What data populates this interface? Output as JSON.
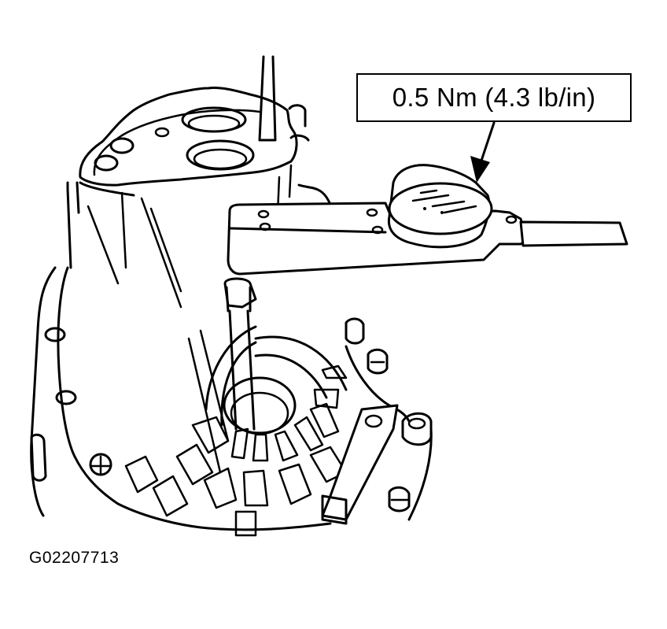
{
  "diagram": {
    "subject": "Transaxle case with torque gauge on input shaft",
    "callout": {
      "label": "0.5 Nm (4.3 lb/in)",
      "points_to": "torque-gauge-dial"
    },
    "figure_id": "G02207713",
    "components": [
      {
        "name": "transaxle-case"
      },
      {
        "name": "top-flange-bores"
      },
      {
        "name": "torque-gauge-arm"
      },
      {
        "name": "torque-gauge-dial"
      },
      {
        "name": "input-shaft-socket"
      },
      {
        "name": "bell-housing-ribs"
      },
      {
        "name": "mounting-bolts"
      },
      {
        "name": "holding-bracket"
      }
    ],
    "colors": {
      "line": "#000000",
      "background": "#ffffff"
    }
  }
}
